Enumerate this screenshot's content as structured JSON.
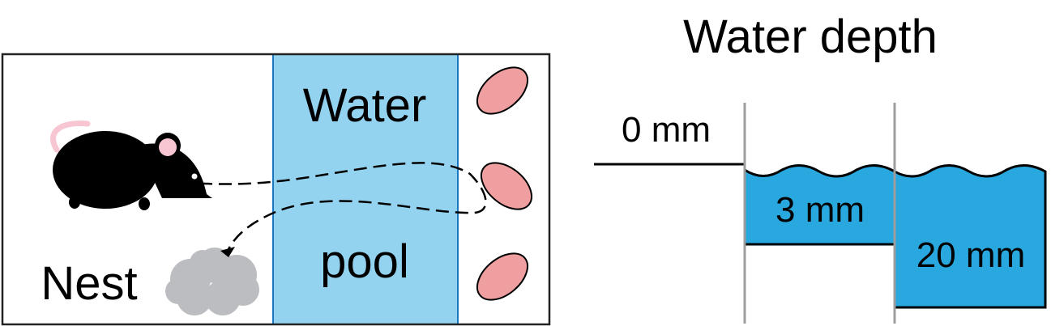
{
  "arena": {
    "pool_label_top": "Water",
    "pool_label_bottom": "pool",
    "nest_label": "Nest"
  },
  "depth_panel": {
    "title": "Water depth",
    "levels": [
      "0 mm",
      "3 mm",
      "20 mm"
    ]
  },
  "colors": {
    "pool": "#93d3ef",
    "water": "#29a8df",
    "pup": "#ef9f9f",
    "nest": "#bcbdc0",
    "divider": "#9d9d9d"
  }
}
